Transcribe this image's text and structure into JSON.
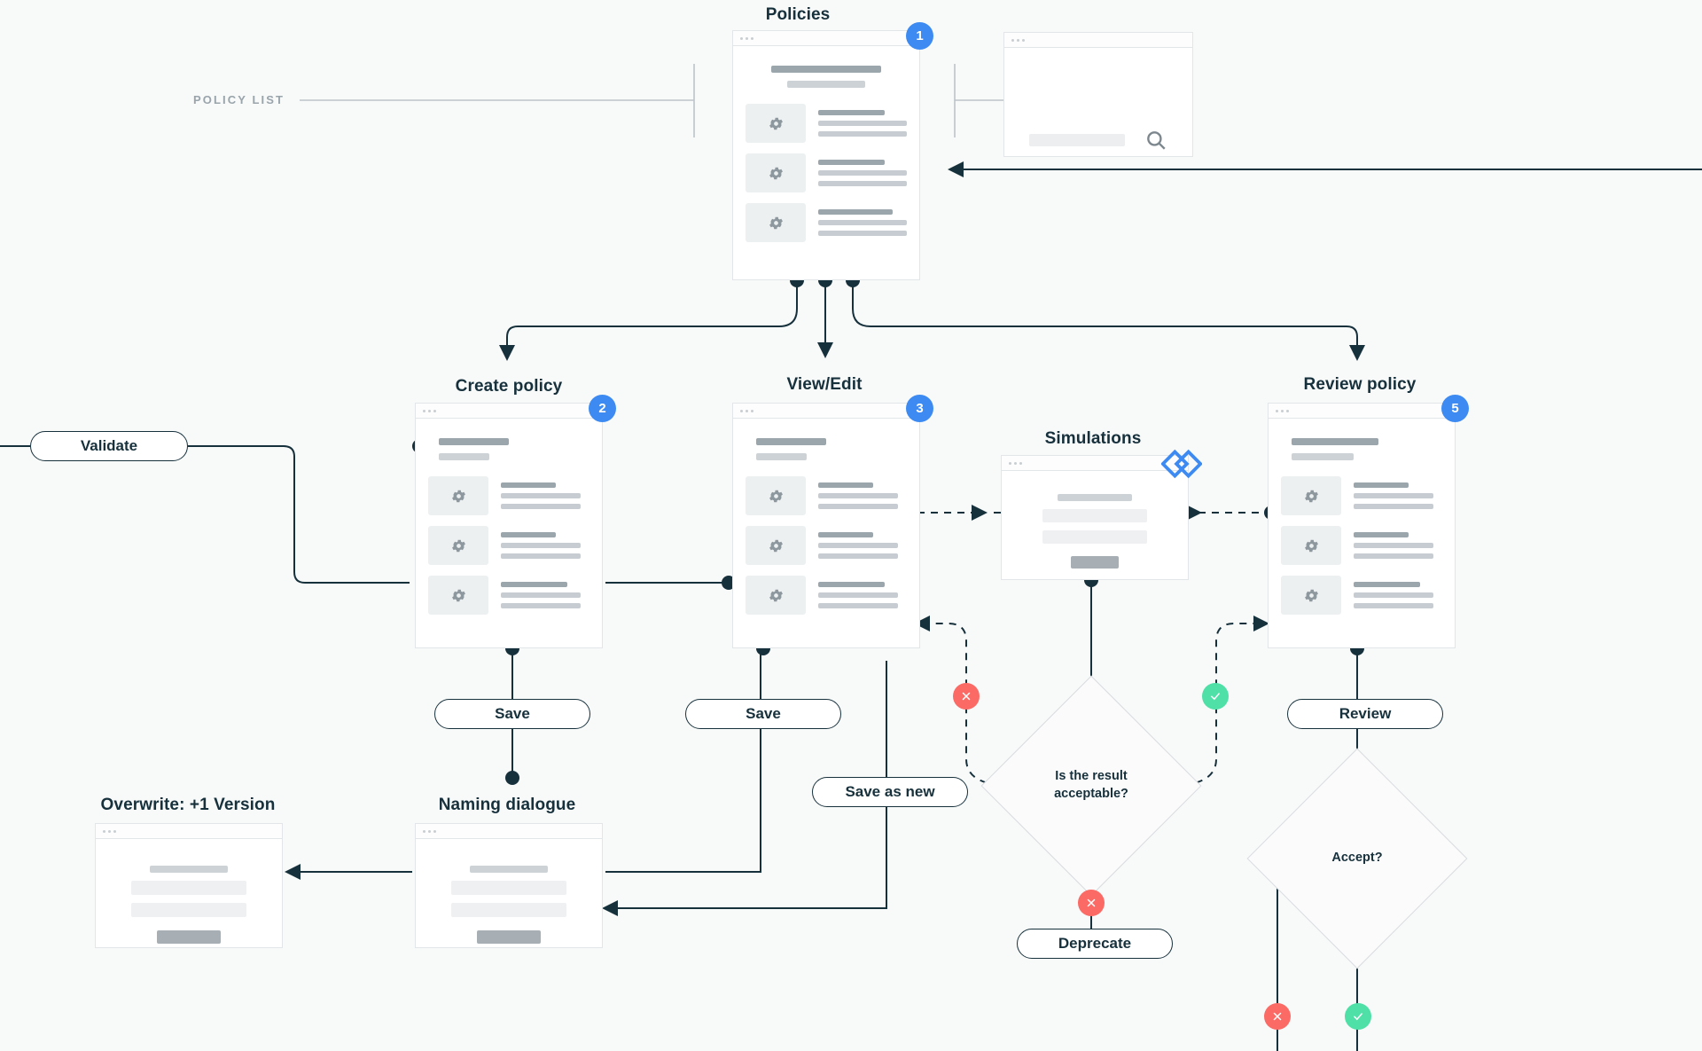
{
  "colors": {
    "background": "#f8f9f9",
    "ink": "#17313c",
    "accent_blue": "#3d8bf2",
    "status_red": "#fb6a64",
    "status_green": "#4ee0a6",
    "muted_text": "#99a4ab",
    "card_border": "#e3e6e8",
    "diamond_border": "#d8dcdf"
  },
  "section_labels": [
    {
      "text": "POLICY LIST"
    }
  ],
  "cards": [
    {
      "id": "policies",
      "caption": "Policies",
      "badge": "1",
      "variant": "list"
    },
    {
      "id": "search",
      "caption": "",
      "badge": "",
      "variant": "search"
    },
    {
      "id": "create",
      "caption": "Create policy",
      "badge": "2",
      "variant": "list"
    },
    {
      "id": "viewedit",
      "caption": "View/Edit",
      "badge": "3",
      "variant": "list"
    },
    {
      "id": "simulations",
      "caption": "Simulations",
      "badge": "",
      "variant": "sim"
    },
    {
      "id": "review",
      "caption": "Review policy",
      "badge": "5",
      "variant": "list"
    },
    {
      "id": "overwrite",
      "caption": "Overwrite: +1 Version",
      "badge": "",
      "variant": "dialog"
    },
    {
      "id": "naming",
      "caption": "Naming dialogue",
      "badge": "",
      "variant": "dialog"
    }
  ],
  "actions": [
    {
      "id": "validate",
      "label": "Validate"
    },
    {
      "id": "save_create",
      "label": "Save"
    },
    {
      "id": "save_view",
      "label": "Save"
    },
    {
      "id": "save_as_new",
      "label": "Save as new"
    },
    {
      "id": "review",
      "label": "Review"
    },
    {
      "id": "deprecate",
      "label": "Deprecate"
    }
  ],
  "decisions": [
    {
      "id": "result_acceptable",
      "line1": "Is the result",
      "line2": "acceptable?"
    },
    {
      "id": "accept",
      "line1": "Accept?",
      "line2": ""
    }
  ],
  "status_badges": [
    {
      "id": "reject-simulation",
      "kind": "x",
      "icon": "close-icon"
    },
    {
      "id": "accept-simulation",
      "kind": "check",
      "icon": "check-icon"
    },
    {
      "id": "reject-result",
      "kind": "x",
      "icon": "close-icon"
    },
    {
      "id": "reject-accept",
      "kind": "x",
      "icon": "close-icon"
    },
    {
      "id": "approve-accept",
      "kind": "check",
      "icon": "check-icon"
    }
  ],
  "icons": {
    "gear": "gear-icon",
    "search": "search-icon",
    "logo": "diamond-logo-icon"
  }
}
